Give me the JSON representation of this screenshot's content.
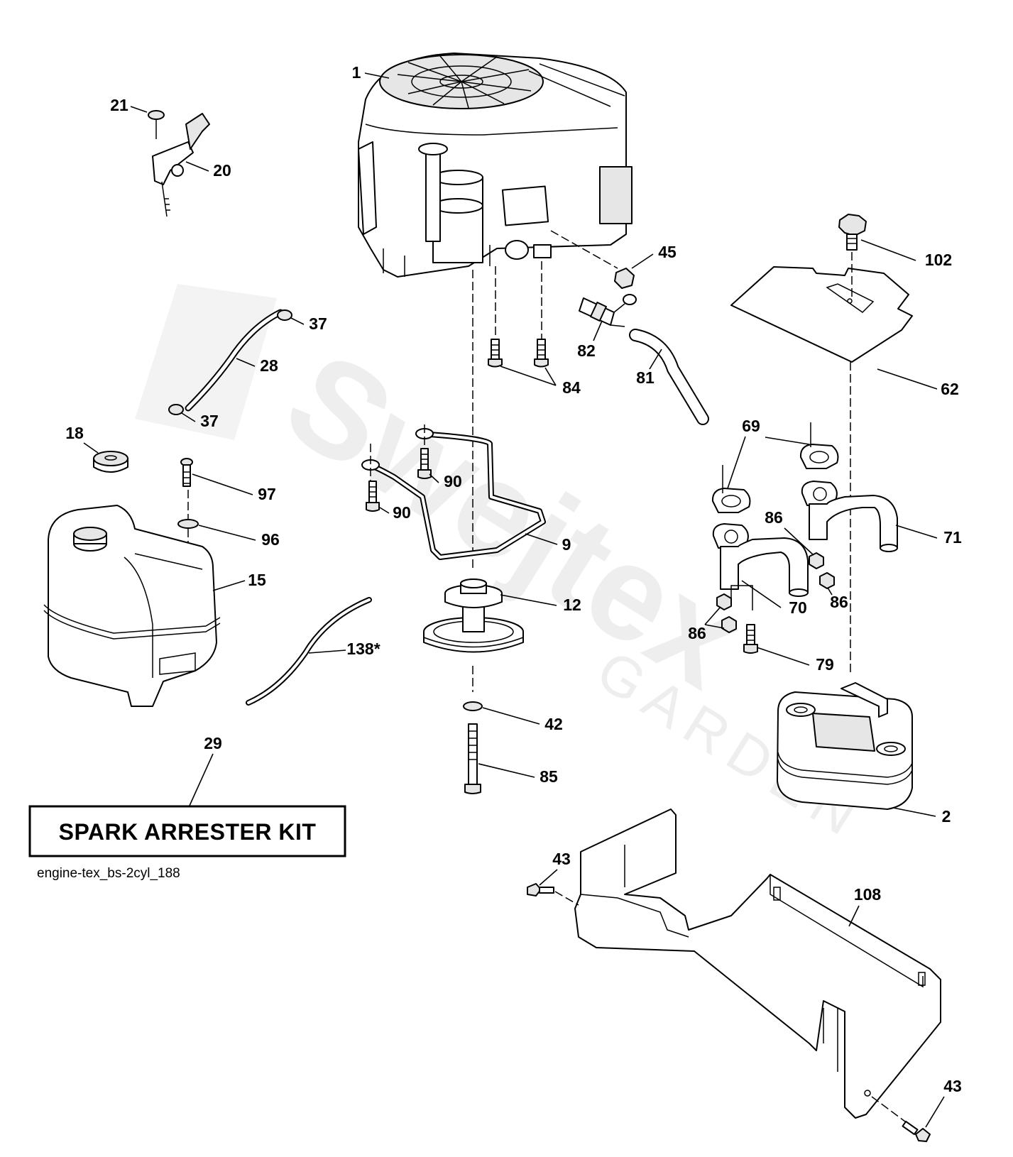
{
  "drawing_name": "engine-tex_bs-2cyl_188",
  "kit_box_label": "SPARK ARRESTER KIT",
  "watermark": {
    "brand": "Swejtex",
    "sub": "GARDEN"
  },
  "callouts": {
    "c1": "1",
    "c2": "2",
    "c9": "9",
    "c12": "12",
    "c15": "15",
    "c18": "18",
    "c20": "20",
    "c21": "21",
    "c28": "28",
    "c29": "29",
    "c37a": "37",
    "c37b": "37",
    "c42": "42",
    "c43a": "43",
    "c43b": "43",
    "c45": "45",
    "c62": "62",
    "c69": "69",
    "c70": "70",
    "c71": "71",
    "c79": "79",
    "c81": "81",
    "c82": "82",
    "c84": "84",
    "c85": "85",
    "c86a": "86",
    "c86b": "86",
    "c86c": "86",
    "c90a": "90",
    "c90b": "90",
    "c96": "96",
    "c97": "97",
    "c102": "102",
    "c108": "108",
    "c138": "138*"
  }
}
